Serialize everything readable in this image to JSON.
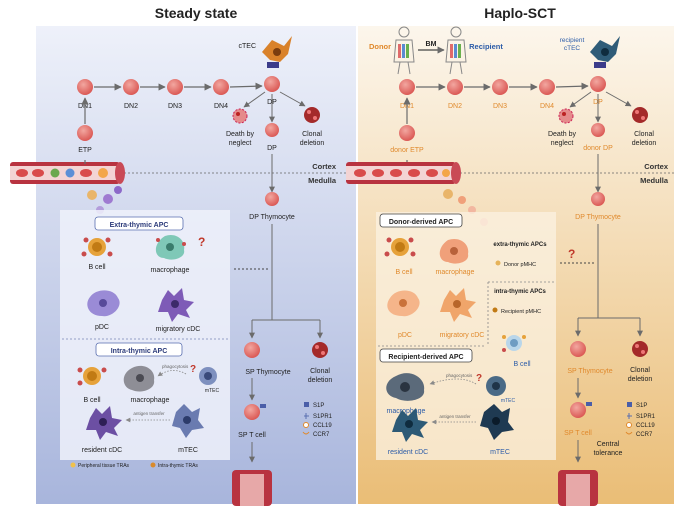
{
  "panels": {
    "left_title": "Steady state",
    "right_title": "Haplo-SCT"
  },
  "zones": {
    "cortex": "Cortex",
    "medulla": "Medulla"
  },
  "left": {
    "ctec": "cTEC",
    "stages": [
      "DN1",
      "DN2",
      "DN3",
      "DN4",
      "DP"
    ],
    "etp": "ETP",
    "death": "Death by neglect",
    "dp2": "DP",
    "clonal": "Clonal deletion",
    "dp_thymocyte": "DP Thymocyte",
    "extra_apc_title": "Extra-thymic APC",
    "bcell": "B cell",
    "macrophage": "macrophage",
    "question": "?",
    "pdc": "pDC",
    "migratory_cdc": "migratory cDC",
    "intra_apc_title": "Intra-thymic APC",
    "phagocytosis": "phagocytosis",
    "mtec": "mTEC",
    "resident_cdc": "resident cDC",
    "antigen_transfer": "antigen transfer",
    "sp_thymocyte": "SP Thymocyte",
    "clonal2": "Clonal deletion",
    "sp_tcell": "SP T cell",
    "legend": [
      "S1P",
      "S1PR1",
      "CCL19",
      "CCR7"
    ],
    "tra_peripheral": "Peripheral tissue TRAs",
    "tra_intra": "Intra-thymic TRAs"
  },
  "right": {
    "donor": "Donor",
    "bm": "BM",
    "recipient": "Recipient",
    "recipient_ctec": "recipient cTEC",
    "stages": [
      "DN1",
      "DN2",
      "DN3",
      "DN4",
      "DP"
    ],
    "donor_etp": "donor ETP",
    "death": "Death by neglect",
    "donor_dp": "donor DP",
    "clonal": "Clonal deletion",
    "dp_thymocyte": "DP Thymocyte",
    "donor_apc_title": "Donor-derived APC",
    "bcell": "B cell",
    "macrophage": "macrophage",
    "extra_apcs": "extra-thymic APCs",
    "donor_pmhc": "Donor pMHC",
    "question": "?",
    "pdc": "pDC",
    "migratory_cdc": "migratory cDC",
    "intra_apcs": "intra-thymic APCs",
    "recipient_pmhc": "Recipient pMHC",
    "recipient_bcell": "B cell",
    "recipient_apc_title": "Recipient-derived APC",
    "phagocytosis": "phagocytosis",
    "mtec_small": "mTEC",
    "resident_cdc": "resident cDC",
    "antigen_transfer": "antigen transfer",
    "mtec": "mTEC",
    "sp_thymocyte": "SP Thymocyte",
    "clonal2": "Clonal deletion",
    "sp_tcell": "SP T cell",
    "central_tolerance": "Central tolerance",
    "legend": [
      "S1P",
      "S1PR1",
      "CCL19",
      "CCR7"
    ]
  },
  "colors": {
    "left_bg_top": "#e9edf8",
    "left_bg_bottom": "#a9b6dd",
    "right_bg_top": "#fbf4e8",
    "right_bg_bottom": "#ecc27e",
    "cell_red": "#e26464",
    "text_orange": "#e0892c",
    "text_blue": "#2c5ca8",
    "vessel": "#b83340"
  }
}
